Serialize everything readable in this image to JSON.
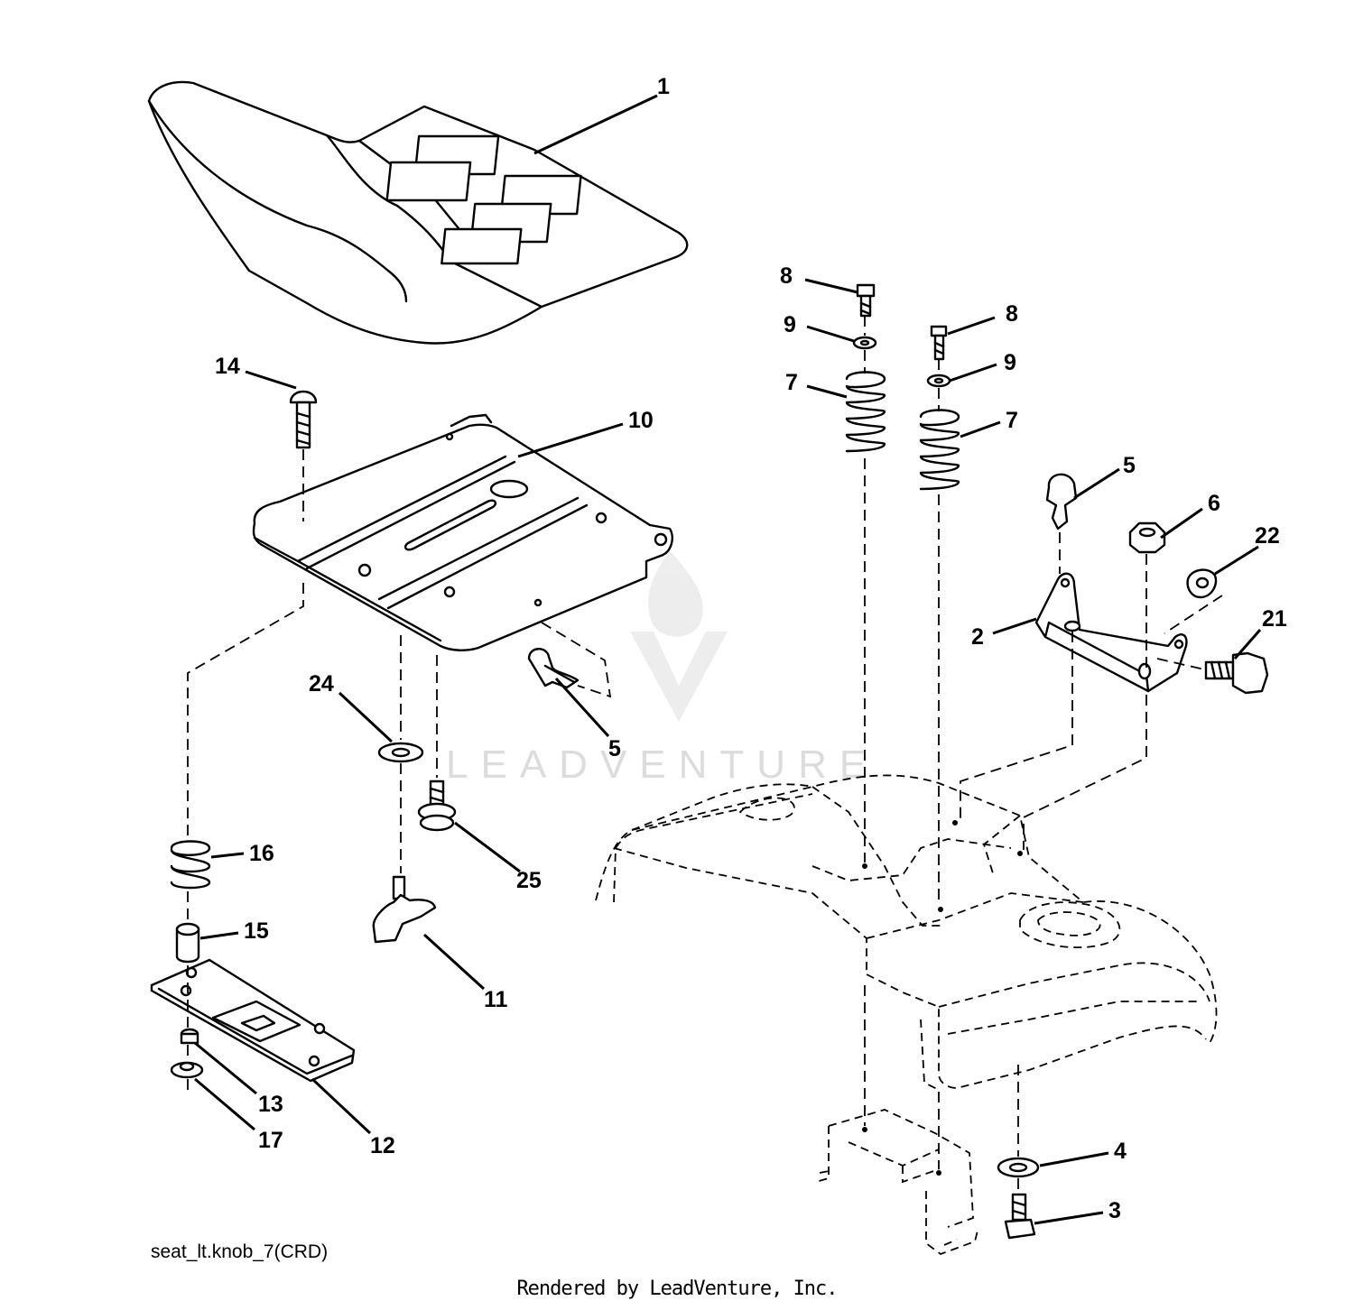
{
  "diagram": {
    "callouts": [
      {
        "label": "1"
      },
      {
        "label": "14"
      },
      {
        "label": "10"
      },
      {
        "label": "24"
      },
      {
        "label": "5"
      },
      {
        "label": "25"
      },
      {
        "label": "16"
      },
      {
        "label": "15"
      },
      {
        "label": "11"
      },
      {
        "label": "13"
      },
      {
        "label": "17"
      },
      {
        "label": "12"
      },
      {
        "label": "8"
      },
      {
        "label": "9"
      },
      {
        "label": "7"
      },
      {
        "label": "8"
      },
      {
        "label": "9"
      },
      {
        "label": "7"
      },
      {
        "label": "5"
      },
      {
        "label": "6"
      },
      {
        "label": "22"
      },
      {
        "label": "2"
      },
      {
        "label": "21"
      },
      {
        "label": "4"
      },
      {
        "label": "3"
      }
    ],
    "drawing_code": "seat_lt.knob_7(CRD)",
    "watermark": "LEADVENTURE",
    "footer": "Rendered by LeadVenture, Inc."
  }
}
